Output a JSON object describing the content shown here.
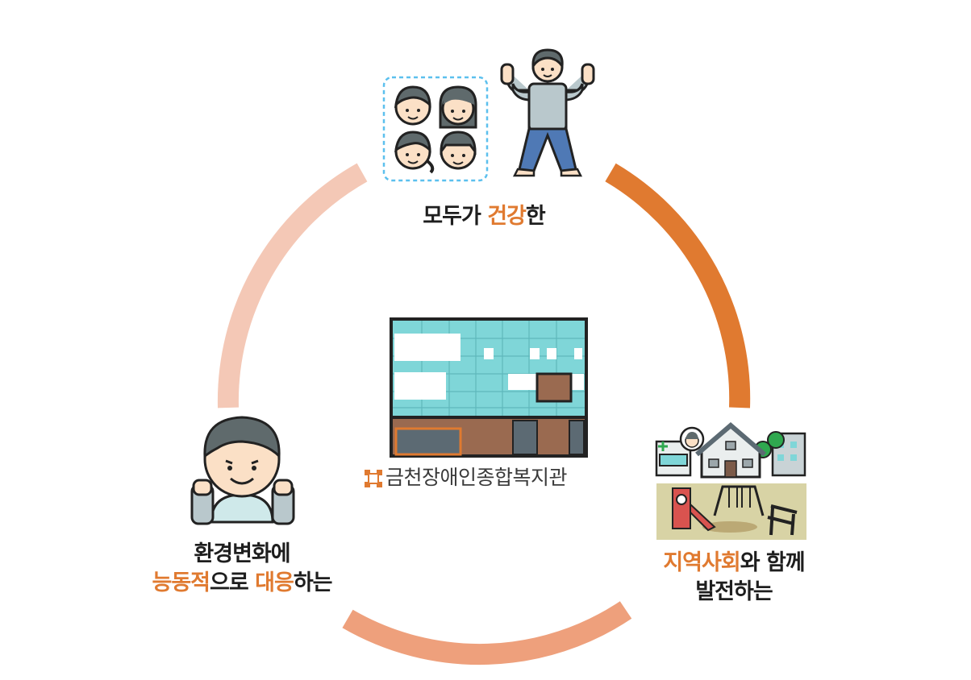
{
  "center": {
    "name": "금천장애인종합복지관"
  },
  "items": {
    "top": {
      "pre": "모두가 ",
      "hl": "건강",
      "post": "한"
    },
    "right": {
      "line1_hl": "지역사회",
      "line1_post": "와 함께",
      "line2": "발전하는"
    },
    "left": {
      "line1": "환경변화에",
      "line2_hl1": "능동적",
      "line2_mid": "으로 ",
      "line2_hl2": "대응",
      "line2_post": "하는"
    }
  },
  "colors": {
    "arc_right": "#e07a30",
    "arc_bottom": "#eea07c",
    "arc_left": "#f4c8b6",
    "highlight": "#e07a30",
    "building_glass": "#7fd6d8",
    "building_brick": "#9a6a50"
  },
  "icons": {
    "top": "people-healthy-icon",
    "right": "community-town-icon",
    "left": "adaptive-person-icon",
    "logo": "welfare-center-logo-icon"
  }
}
